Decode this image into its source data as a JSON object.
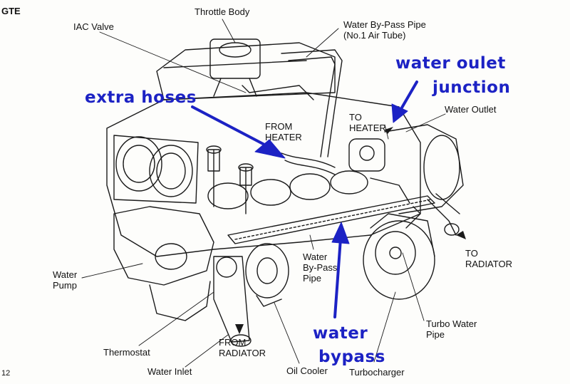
{
  "header": {
    "corner_label": "GTE",
    "page_number": "12"
  },
  "labels": {
    "throttle_body": "Throttle Body",
    "iac_valve": "IAC Valve",
    "water_bypass_pipe": "Water By-Pass Pipe\n(No.1 Air Tube)",
    "from_heater": "FROM\nHEATER",
    "to_heater": "TO\nHEATER",
    "water_outlet": "Water Outlet",
    "to_radiator": "TO\nRADIATOR",
    "water_pump": "Water\nPump",
    "water_bypass_pipe_lower": "Water\nBy-Pass\nPipe",
    "turbo_water_pipe": "Turbo Water\nPipe",
    "thermostat": "Thermostat",
    "from_radiator": "FROM\nRADIATOR",
    "water_inlet": "Water Inlet",
    "oil_cooler": "Oil Cooler",
    "turbocharger": "Turbocharger"
  },
  "annotations": {
    "color": "#1c22c4",
    "extra_hoses": "extra hoses",
    "water_outlet_junction_1": "water oulet",
    "water_outlet_junction_2": "junction",
    "water_bypass_1": "water",
    "water_bypass_2": "bypass"
  }
}
